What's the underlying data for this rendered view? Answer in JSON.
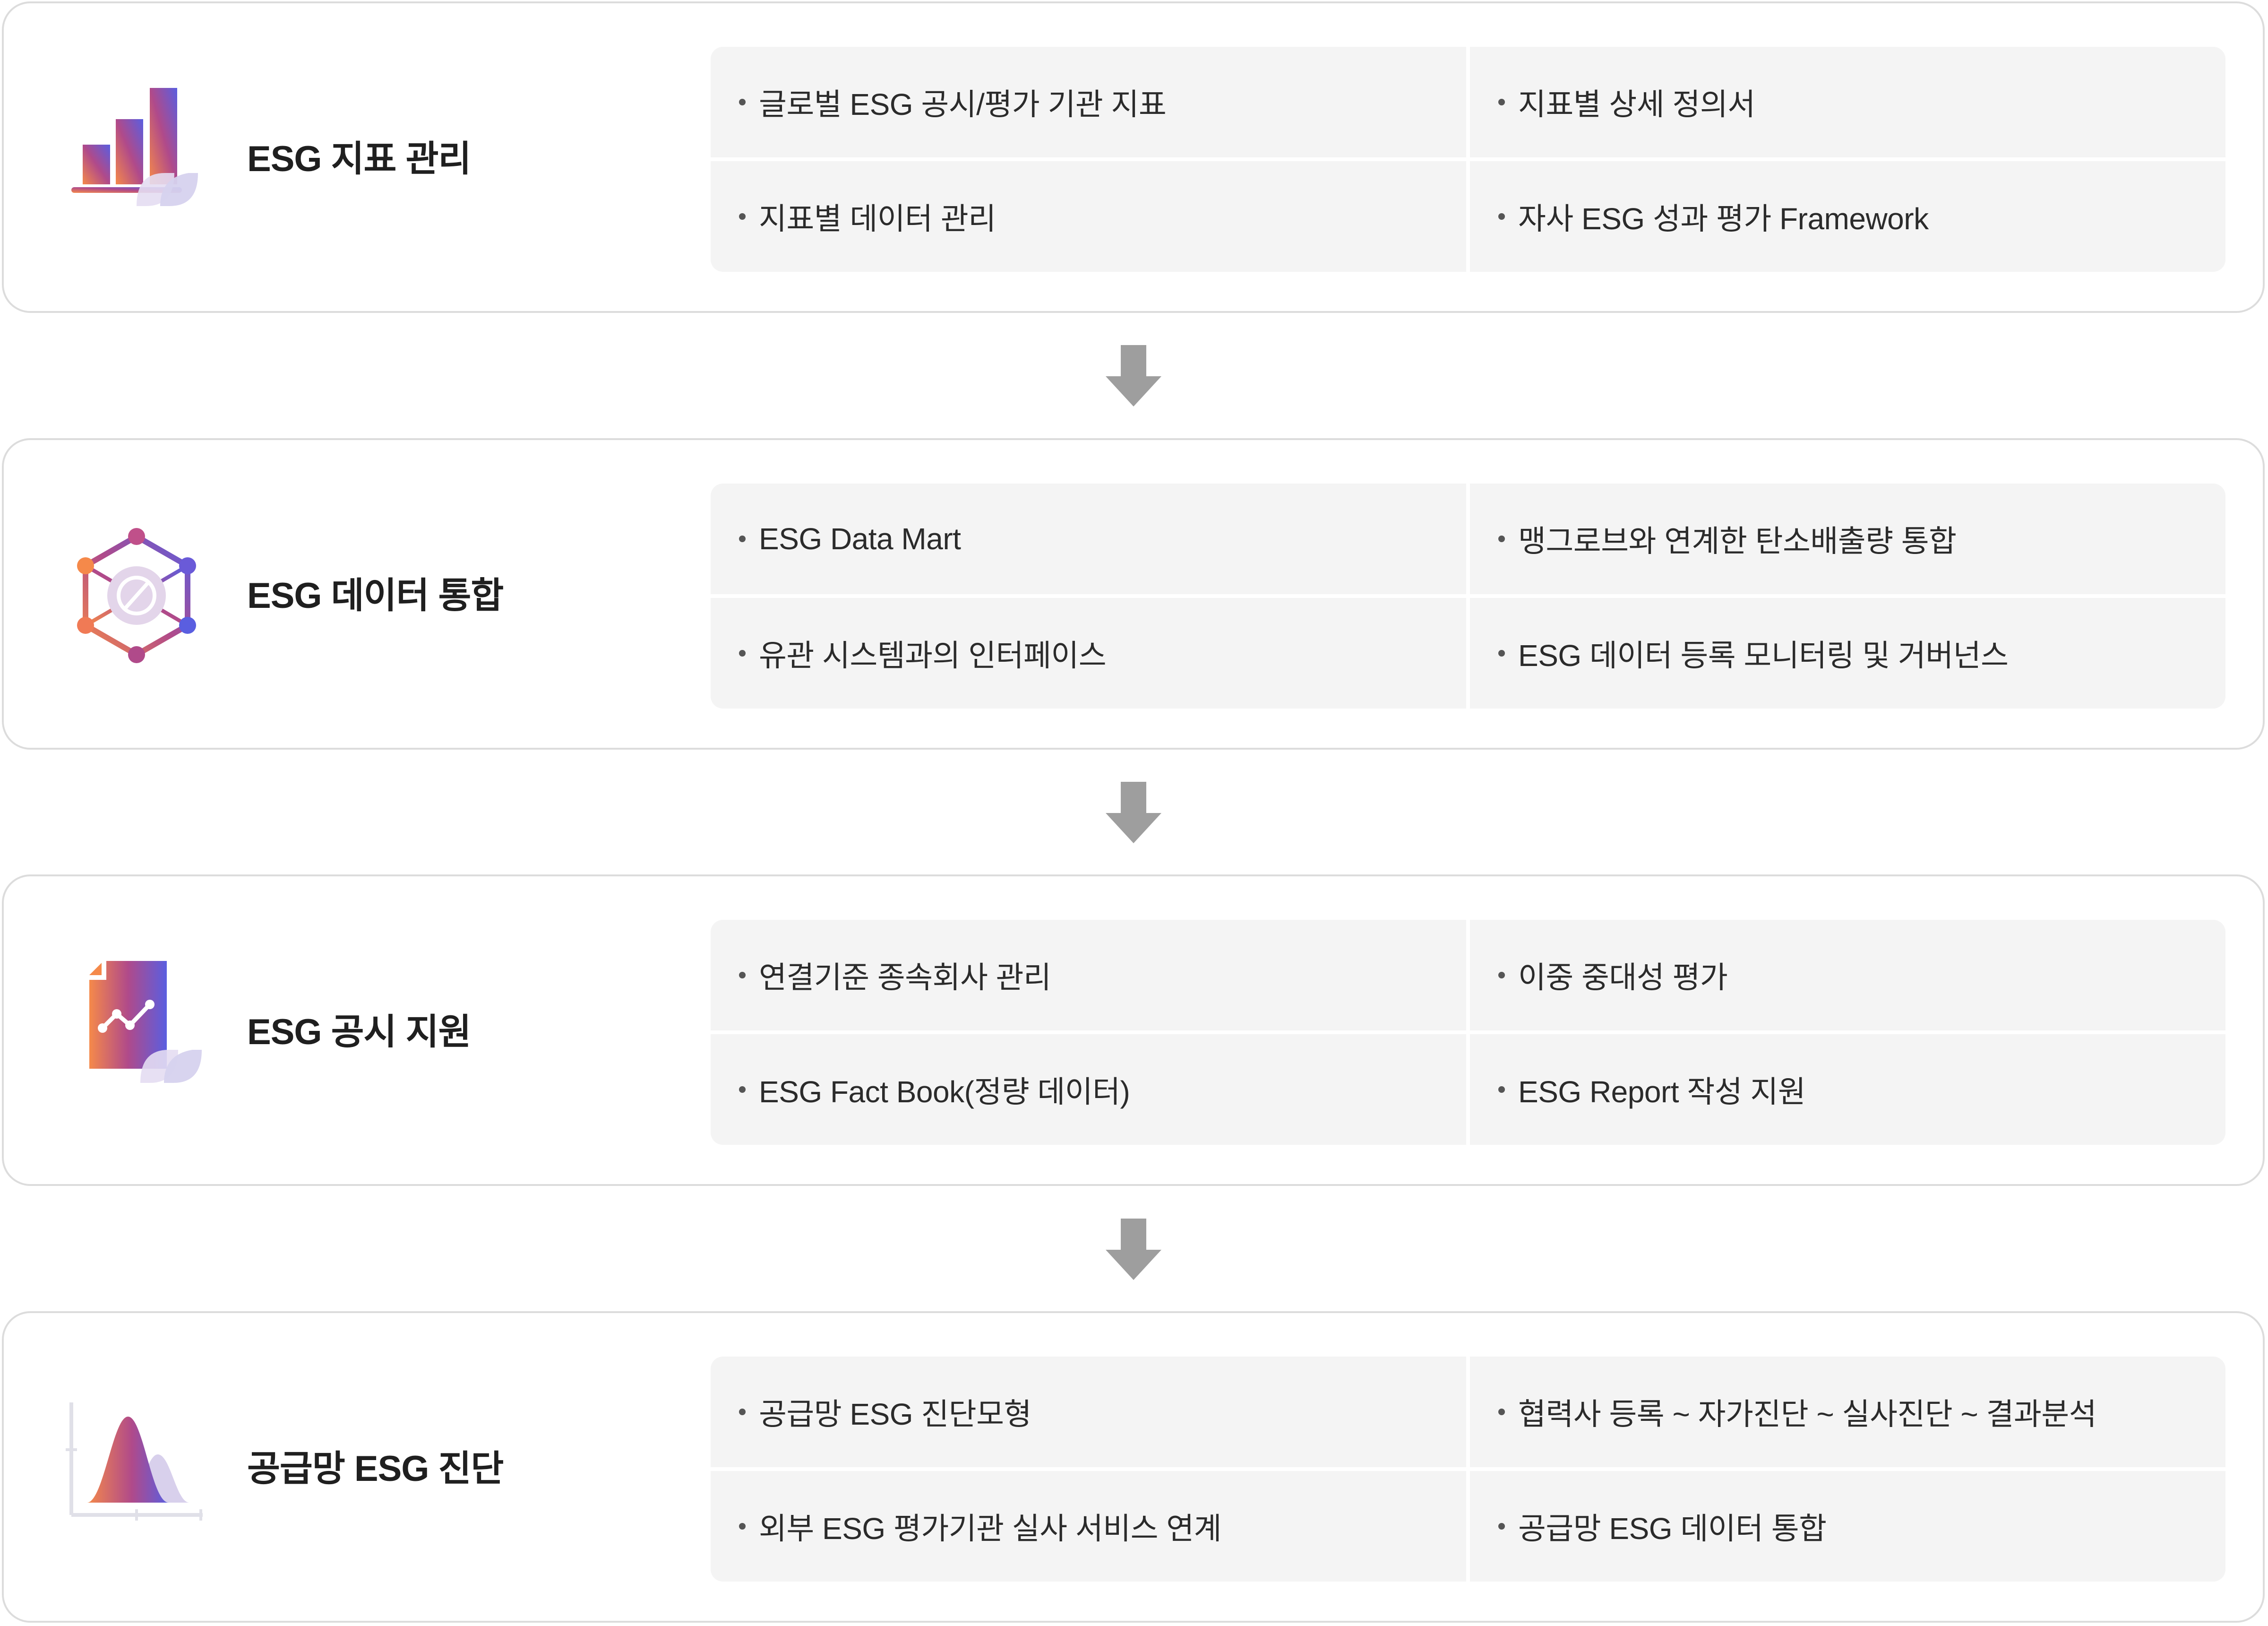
{
  "sections": [
    {
      "title": "ESG 지표 관리",
      "icon": "bar-chart-icon",
      "items": [
        "글로벌 ESG 공시/평가 기관 지표",
        "지표별 상세 정의서",
        "지표별 데이터 관리",
        "자사 ESG 성과 평가 Framework"
      ]
    },
    {
      "title": "ESG 데이터 통합",
      "icon": "network-leaf-icon",
      "items": [
        "ESG Data Mart",
        "맹그로브와 연계한 탄소배출량 통합",
        "유관 시스템과의 인터페이스",
        "ESG 데이터 등록 모니터링 및 거버넌스"
      ]
    },
    {
      "title": "ESG 공시 지원",
      "icon": "report-document-icon",
      "items": [
        "연결기준 종속회사 관리",
        "이중 중대성 평가",
        "ESG Fact Book(정량 데이터)",
        "ESG Report 작성 지원"
      ]
    },
    {
      "title": "공급망 ESG 진단",
      "icon": "distribution-curve-icon",
      "items": [
        "공급망 ESG 진단모형",
        "협력사 등록 ~ 자가진단 ~ 실사진단 ~ 결과분석",
        "외부 ESG 평가기관 실사 서비스 연계",
        "공급망 ESG 데이터 통합"
      ]
    }
  ],
  "colors": {
    "gradient_start": "#f5894a",
    "gradient_mid": "#b04a8a",
    "gradient_end": "#5a5ee0",
    "arrow": "#9e9e9e",
    "card_border": "#dcdcdc",
    "cell_background": "#f4f4f4"
  }
}
